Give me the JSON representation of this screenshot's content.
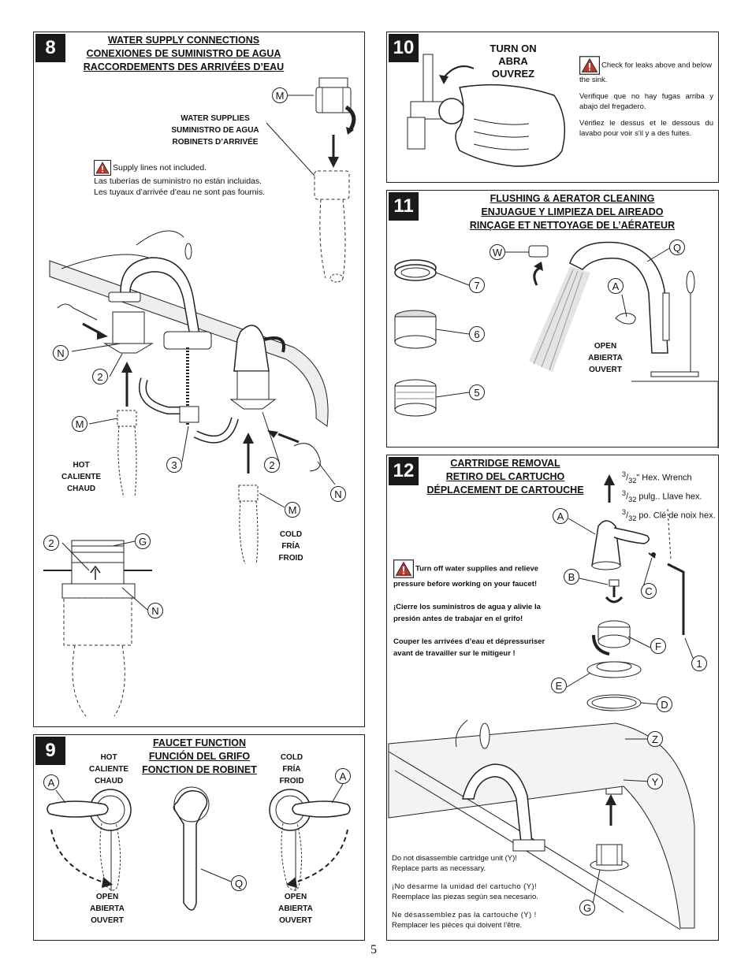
{
  "page_number": "5",
  "step8": {
    "number": "8",
    "title_en": "WATER SUPPLY CONNECTIONS",
    "title_es": "CONEXIONES DE SUMINISTRO DE AGUA",
    "title_fr": "RACCORDEMENTS DES ARRIVÉES D’EAU",
    "supplies_en": "WATER SUPPLIES",
    "supplies_es": "SUMINISTRO DE AGUA",
    "supplies_fr": "ROBINETS D’ARRIVÉE",
    "warning_en": "Supply lines not included.",
    "warning_es": "Las tuberías de suministro no están incluidas.",
    "warning_fr": "Les tuyaux d’arrivée d’eau ne sont pas fournis.",
    "hot_en": "HOT",
    "hot_es": "CALIENTE",
    "hot_fr": "CHAUD",
    "cold_en": "COLD",
    "cold_es": "FRÍA",
    "cold_fr": "FROID",
    "callouts": {
      "m1": "M",
      "n1": "N",
      "two1": "2",
      "m2": "M",
      "three": "3",
      "two2": "2",
      "n2": "N",
      "m3": "M",
      "two3": "2",
      "g": "G",
      "n3": "N"
    }
  },
  "step9": {
    "number": "9",
    "title_en": "FAUCET FUNCTION",
    "title_es": "FUNCIÓN DEL GRIFO",
    "title_fr": "FONCTION DE ROBINET",
    "hot_en": "HOT",
    "hot_es": "CALIENTE",
    "hot_fr": "CHAUD",
    "cold_en": "COLD",
    "cold_es": "FRÍA",
    "cold_fr": "FROID",
    "open_en": "OPEN",
    "open_es": "ABIERTA",
    "open_fr": "OUVERT",
    "callouts": {
      "a1": "A",
      "a2": "A",
      "q": "Q"
    }
  },
  "step10": {
    "number": "10",
    "turn_en": "TURN ON",
    "turn_es": "ABRA",
    "turn_fr": "OUVREZ",
    "check_en": "Check for leaks above and below the sink.",
    "check_es": "Verifique que no hay fugas arriba y abajo del fregadero.",
    "check_fr": "Vérifiez le dessus et le dessous du lavabo pour voir s'il y a des fuites."
  },
  "step11": {
    "number": "11",
    "title_en": "FLUSHING & AERATOR CLEANING",
    "title_es": "ENJUAGUE Y LIMPIEZA DEL AIREADO",
    "title_fr": "RINÇAGE ET NETTOYAGE DE L’AÉRATEUR",
    "open_en": "OPEN",
    "open_es": "ABIERTA",
    "open_fr": "OUVERT",
    "callouts": {
      "w": "W",
      "q": "Q",
      "seven": "7",
      "a": "A",
      "six": "6",
      "five": "5"
    }
  },
  "step12": {
    "number": "12",
    "title_en": "CARTRIDGE REMOVAL",
    "title_es": "RETIRO DEL CARTUCHO",
    "title_fr": "DÉPLACEMENT DE CARTOUCHE",
    "wrench_en": "\" Hex. Wrench",
    "wrench_es": " pulg.. Llave hex.",
    "wrench_fr": " po. Clé de noix hex.",
    "frac_num": "3",
    "frac_den": "32",
    "warn_en": "Turn off water supplies and relieve pressure before working on your faucet!",
    "warn_es": "¡Cierre los suministros de agua y alivie la presión antes de trabajar en el grifo!",
    "warn_fr": "Couper les arrivées d’eau et dépressuriser avant de travailler sur le mitigeur !",
    "note_en1": "Do not disassemble cartridge unit (Y)!",
    "note_en2": "Replace parts as necessary.",
    "note_es1": "¡No desarme la unidad del cartucho (Y)!",
    "note_es2": "Reemplace las piezas según sea necesario.",
    "note_fr1": "Ne désassemblez pas la cartouche (Y) !",
    "note_fr2": "Remplacer les pièces qui doivent l’être.",
    "callouts": {
      "a": "A",
      "b": "B",
      "c": "C",
      "f": "F",
      "one": "1",
      "e": "E",
      "d": "D",
      "z": "Z",
      "y": "Y",
      "g": "G"
    }
  }
}
